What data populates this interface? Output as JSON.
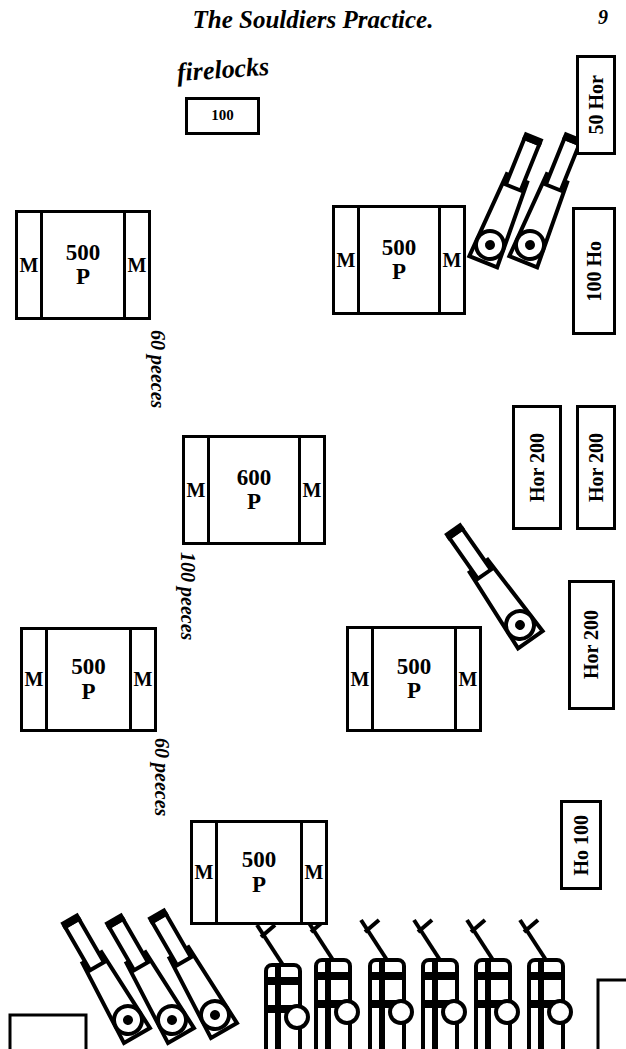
{
  "diagram": {
    "title": "The Souldiers Practice.",
    "nodes": [
      {
        "text": [
          "firelocks",
          "100"
        ]
      },
      {
        "text": [
          "50 Hor"
        ]
      },
      {
        "text": [
          "500 P"
        ]
      },
      {
        "text": [
          "M"
        ],
        "in": 2
      },
      {
        "text": [
          "M"
        ],
        "in": 2
      },
      {
        "text": [
          "500 P"
        ]
      },
      {
        "text": [
          "M"
        ],
        "in": 5
      },
      {
        "text": [
          "M"
        ],
        "in": 5
      },
      {
        "text": [
          "100 Ho"
        ]
      },
      {
        "text": [
          "600 P"
        ]
      },
      {
        "text": [
          "M"
        ],
        "in": 9
      },
      {
        "text": [
          "M"
        ],
        "in": 9
      },
      {
        "text": [
          "Hor 200"
        ]
      },
      {
        "text": [
          "Hor 200"
        ]
      },
      {
        "text": [
          "500 P"
        ]
      },
      {
        "text": [
          "M"
        ],
        "in": 14
      },
      {
        "text": [
          "M"
        ],
        "in": 14
      },
      {
        "text": [
          "500 P"
        ]
      },
      {
        "text": [
          "M"
        ],
        "in": 17
      },
      {
        "text": [
          "M"
        ],
        "in": 17
      },
      {
        "text": [
          "Hor 200"
        ]
      },
      {
        "text": [
          "Ho 100"
        ]
      },
      {
        "text": [
          "500 P"
        ]
      },
      {
        "text": [
          "M"
        ],
        "in": 22
      },
      {
        "text": [
          "M"
        ],
        "in": 22
      }
    ],
    "labels": [
      "9",
      "60 peeces",
      "100 peeces",
      "60 peeces"
    ]
  }
}
